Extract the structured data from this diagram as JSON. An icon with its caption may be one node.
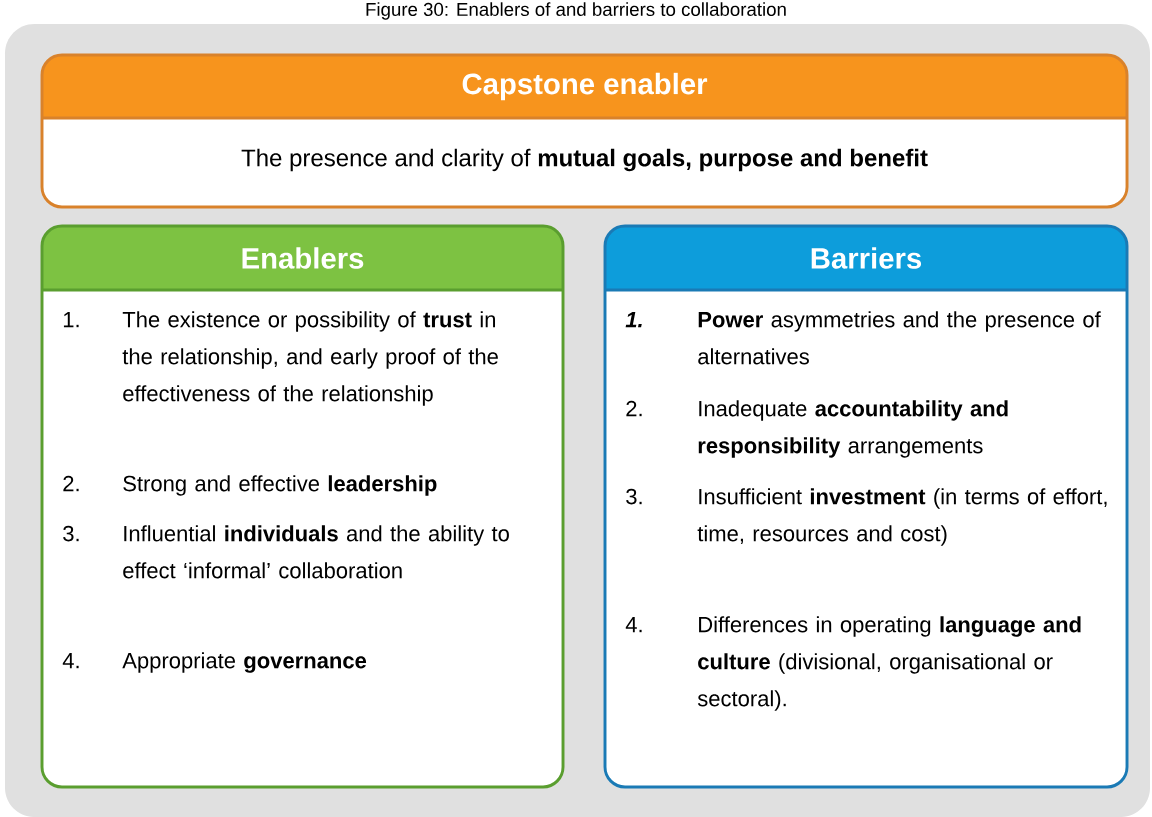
{
  "diagram": {
    "title": "Figure 30: Enablers of and barriers to collaboration",
    "nodes": [
      {
        "text": [
          "Capstone enabler",
          "The presence and clarity of **mutual goals, purpose and benefit**"
        ]
      },
      {
        "text": [
          "Enablers",
          "1.",
          "The existence or possibility of **trust** in the relationship, and early proof of the effectiveness of the relationship",
          "2.",
          "Strong and effective **leadership**",
          "3.",
          "Influential **individuals** and the ability to effect ‘informal’ collaboration",
          "4.",
          "Appropriate **governance**"
        ]
      },
      {
        "text": [
          "Barriers",
          "1.",
          "**Power** asymmetries and the presence of alternatives",
          "2.",
          "Inadequate **accountability and responsibility** arrangements",
          "3.",
          "Insufficient **investment** (in terms of effort, time, resources and cost)",
          "4.",
          "Differences in operating **language and culture** (divisional, organisational or sectoral)."
        ]
      }
    ]
  }
}
